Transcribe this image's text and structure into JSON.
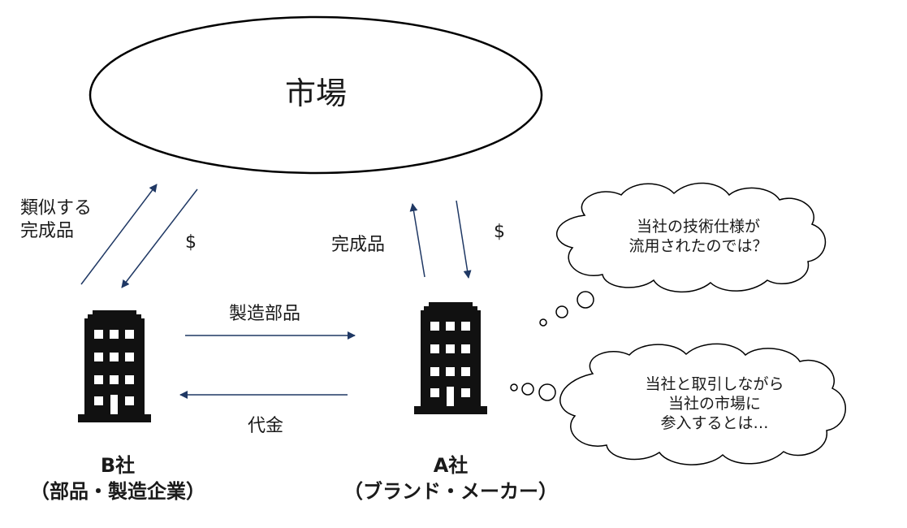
{
  "market": {
    "label": "市場"
  },
  "arrows": {
    "b_similar_products": "類似する\n完成品",
    "b_money": "$",
    "a_products": "完成品",
    "a_money": "$",
    "parts": "製造部品",
    "payment": "代金"
  },
  "companies": {
    "b": {
      "name": "B社",
      "role": "（部品・製造企業）"
    },
    "a": {
      "name": "A社",
      "role": "（ブランド・メーカー）"
    }
  },
  "thoughts": {
    "top": "当社の技術仕様が\n流用されたのでは？",
    "bottom": "当社と取引しながら\n当社の市場に\n参入するとは…"
  },
  "colors": {
    "arrow": "#1f3864",
    "building": "#111111",
    "outline": "#000000"
  },
  "icons": [
    "office-building-icon"
  ]
}
